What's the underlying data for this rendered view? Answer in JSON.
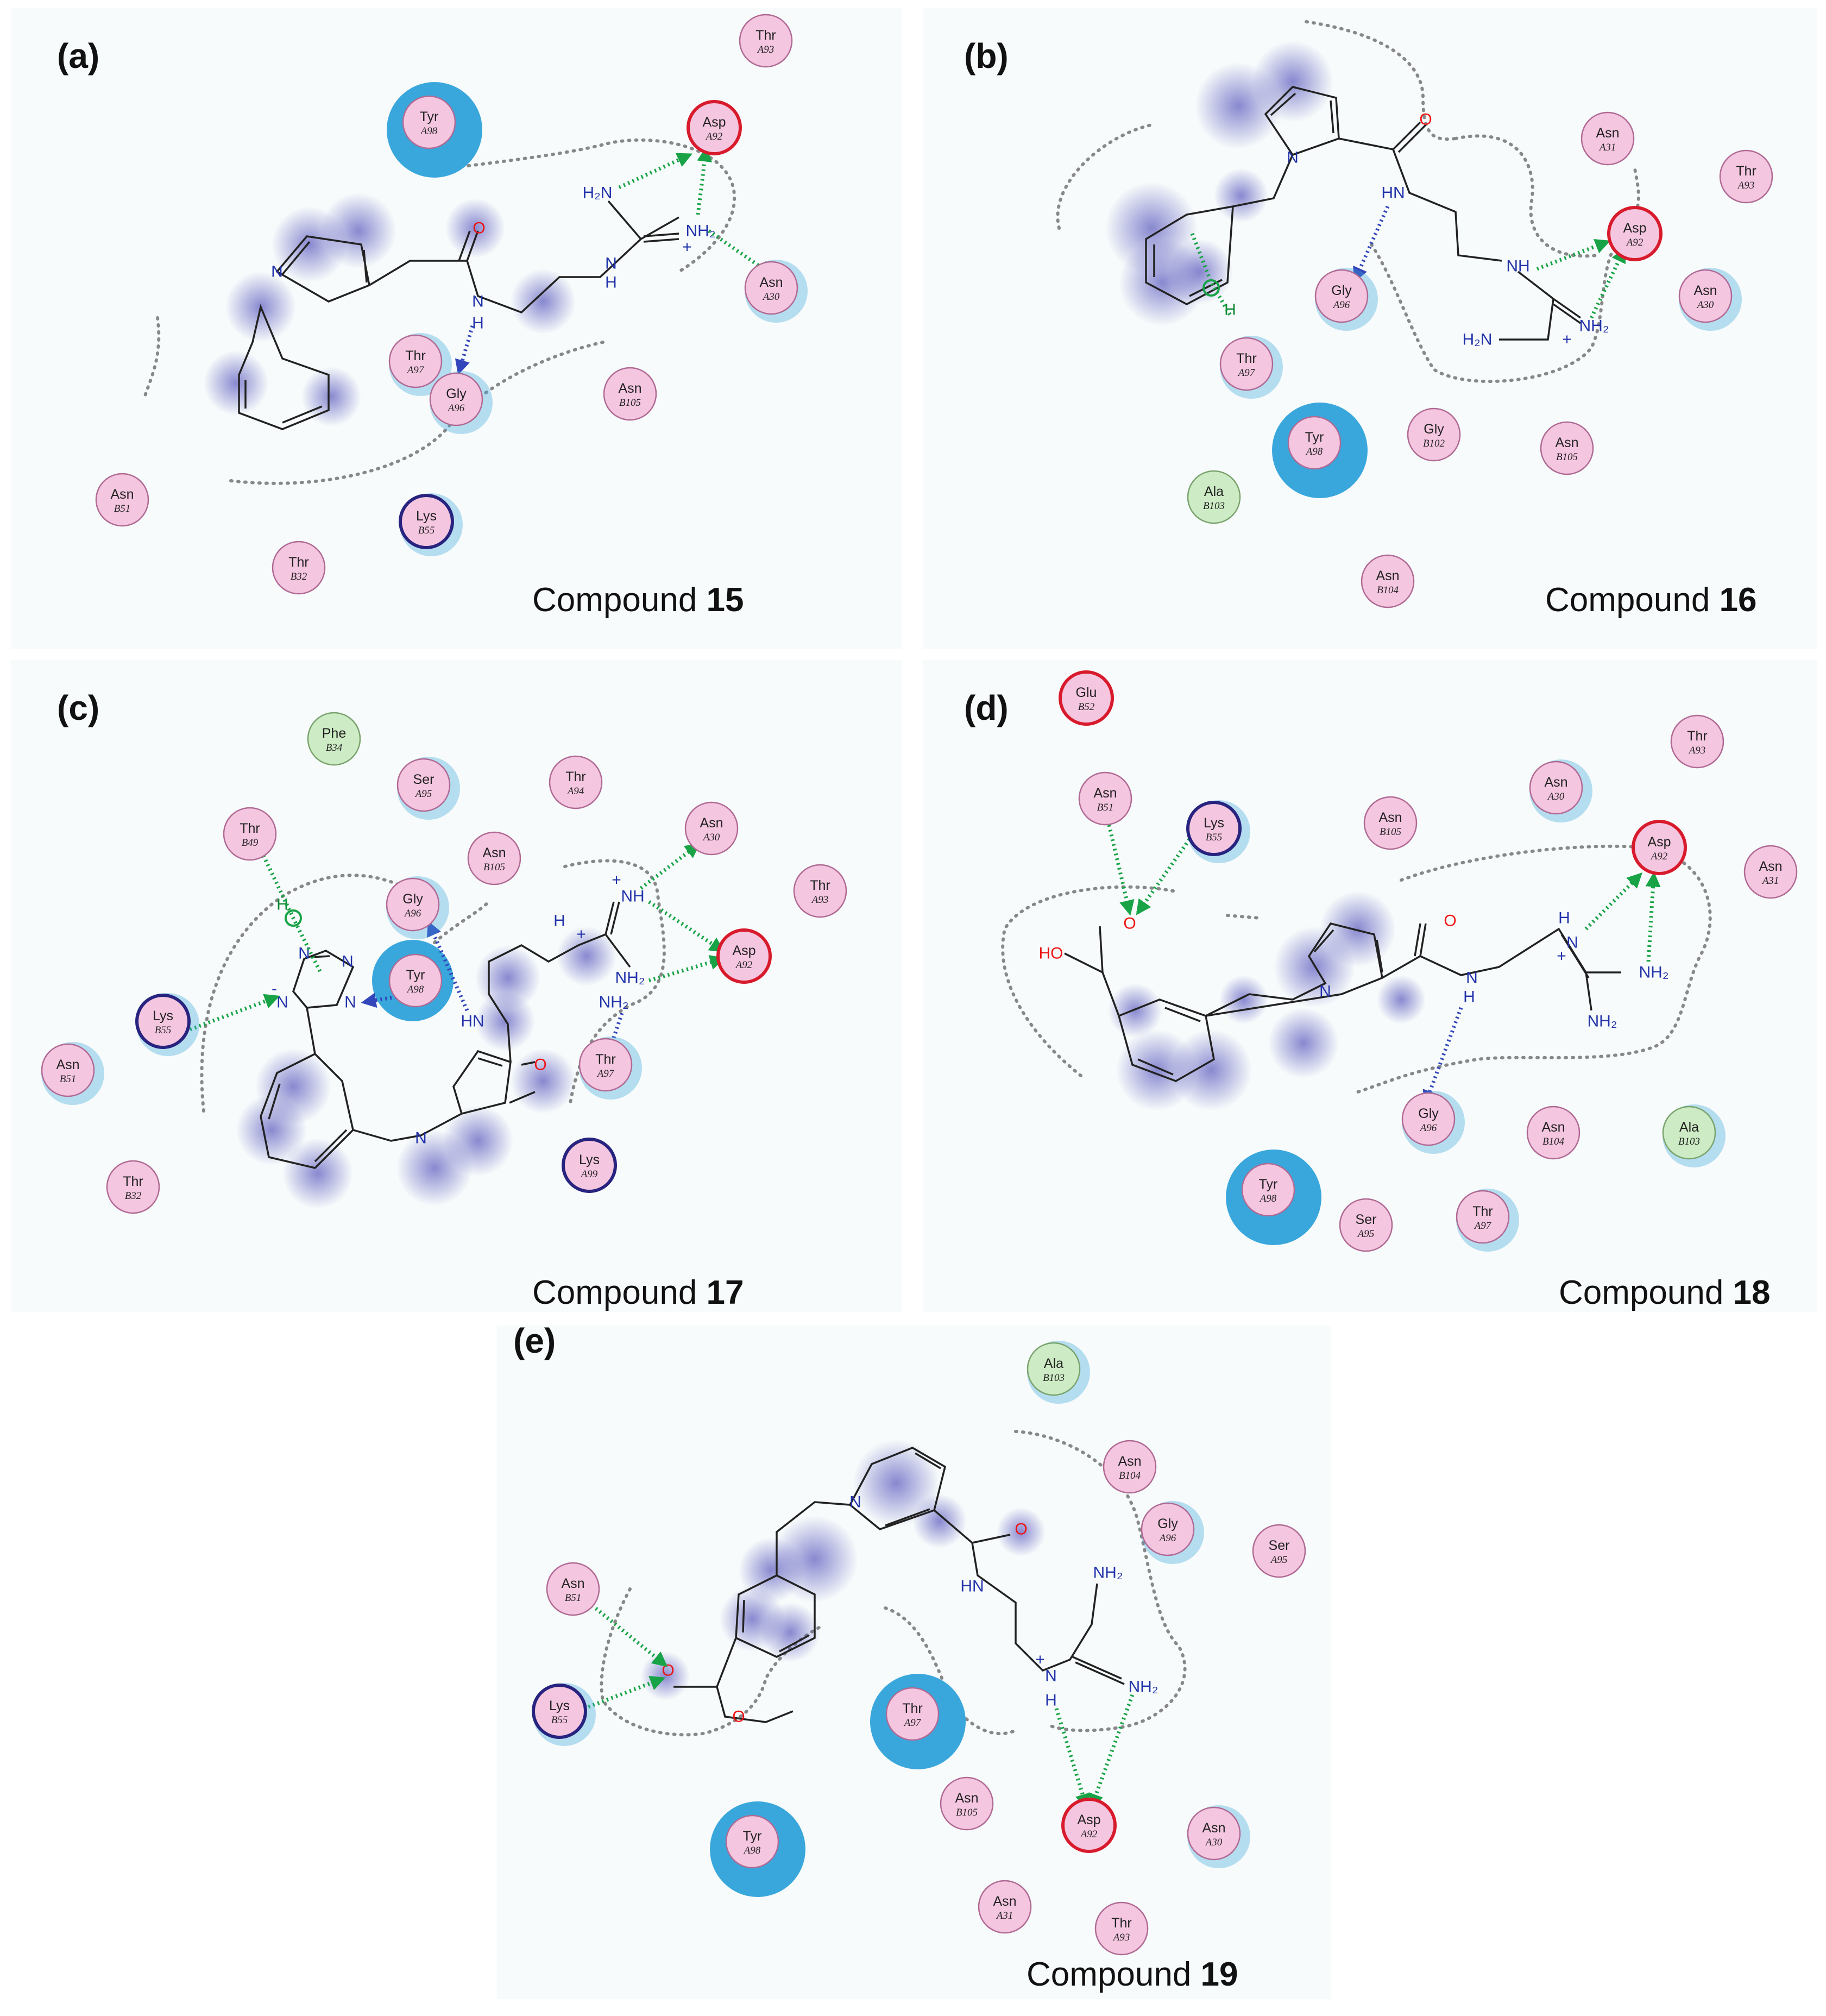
{
  "colors": {
    "polar": "#f4c6e0",
    "hydrophobic": "#cdebc4",
    "acidic_ring": "#d81b2c",
    "basic_ring": "#27237e",
    "plain_ring": "#b06a94",
    "exposure": "#3aa7dc",
    "ligand_exposure": "#5b59c2",
    "hbond_sidechain": "#17a346",
    "hbond_backbone": "#3346bb"
  },
  "panels": [
    {
      "label": "(a)",
      "caption_prefix": "Compound ",
      "caption_number": "15",
      "residues": [
        {
          "name": "Thr",
          "id": "A93"
        },
        {
          "name": "Tyr",
          "id": "A98"
        },
        {
          "name": "Asp",
          "id": "A92"
        },
        {
          "name": "Asn",
          "id": "A30"
        },
        {
          "name": "Thr",
          "id": "A97"
        },
        {
          "name": "Gly",
          "id": "A96"
        },
        {
          "name": "Asn",
          "id": "B105"
        },
        {
          "name": "Asn",
          "id": "B51"
        },
        {
          "name": "Lys",
          "id": "B55"
        },
        {
          "name": "Thr",
          "id": "B32"
        }
      ],
      "atoms": [
        "N",
        "O",
        "N",
        "H",
        "H₂N",
        "N",
        "H",
        "NH₂",
        "+"
      ]
    },
    {
      "label": "(b)",
      "caption_prefix": "Compound ",
      "caption_number": "16",
      "residues": [
        {
          "name": "Asn",
          "id": "A31"
        },
        {
          "name": "Thr",
          "id": "A93"
        },
        {
          "name": "Asp",
          "id": "A92"
        },
        {
          "name": "Asn",
          "id": "A30"
        },
        {
          "name": "Gly",
          "id": "A96"
        },
        {
          "name": "Thr",
          "id": "A97"
        },
        {
          "name": "Tyr",
          "id": "A98"
        },
        {
          "name": "Gly",
          "id": "B102"
        },
        {
          "name": "Asn",
          "id": "B105"
        },
        {
          "name": "Ala",
          "id": "B103"
        },
        {
          "name": "Asn",
          "id": "B104"
        }
      ],
      "atoms": [
        "N",
        "O",
        "HN",
        "NH",
        "NH₂",
        "H₂N",
        "+",
        "H"
      ]
    },
    {
      "label": "(c)",
      "caption_prefix": "Compound ",
      "caption_number": "17",
      "residues": [
        {
          "name": "Phe",
          "id": "B34"
        },
        {
          "name": "Ser",
          "id": "A95"
        },
        {
          "name": "Thr",
          "id": "A94"
        },
        {
          "name": "Thr",
          "id": "B49"
        },
        {
          "name": "Asn",
          "id": "A30"
        },
        {
          "name": "Gly",
          "id": "A96"
        },
        {
          "name": "Asn",
          "id": "B105"
        },
        {
          "name": "Thr",
          "id": "A93"
        },
        {
          "name": "Tyr",
          "id": "A98"
        },
        {
          "name": "Asp",
          "id": "A92"
        },
        {
          "name": "Lys",
          "id": "B55"
        },
        {
          "name": "Asn",
          "id": "B51"
        },
        {
          "name": "Thr",
          "id": "A97"
        },
        {
          "name": "Lys",
          "id": "A99"
        },
        {
          "name": "Thr",
          "id": "B32"
        }
      ],
      "atoms": [
        "N",
        "N",
        "N",
        "N",
        "H",
        "HN",
        "NH",
        "NH₂",
        "NH₂",
        "O",
        "N",
        "+",
        "+",
        "H",
        "-"
      ]
    },
    {
      "label": "(d)",
      "caption_prefix": "Compound ",
      "caption_number": "18",
      "residues": [
        {
          "name": "Glu",
          "id": "B52"
        },
        {
          "name": "Thr",
          "id": "A93"
        },
        {
          "name": "Asn",
          "id": "B51"
        },
        {
          "name": "Lys",
          "id": "B55"
        },
        {
          "name": "Asn",
          "id": "A30"
        },
        {
          "name": "Asn",
          "id": "B105"
        },
        {
          "name": "Asp",
          "id": "A92"
        },
        {
          "name": "Asn",
          "id": "A31"
        },
        {
          "name": "Gly",
          "id": "A96"
        },
        {
          "name": "Asn",
          "id": "B104"
        },
        {
          "name": "Ala",
          "id": "B103"
        },
        {
          "name": "Tyr",
          "id": "A98"
        },
        {
          "name": "Ser",
          "id": "A95"
        },
        {
          "name": "Thr",
          "id": "A97"
        }
      ],
      "atoms": [
        "HO",
        "O",
        "N",
        "O",
        "N",
        "H",
        "H",
        "N",
        "+",
        "NH₂",
        "NH₂"
      ]
    },
    {
      "label": "(e)",
      "caption_prefix": "Compound ",
      "caption_number": "19",
      "residues": [
        {
          "name": "Ala",
          "id": "B103"
        },
        {
          "name": "Asn",
          "id": "B104"
        },
        {
          "name": "Gly",
          "id": "A96"
        },
        {
          "name": "Ser",
          "id": "A95"
        },
        {
          "name": "Asn",
          "id": "B51"
        },
        {
          "name": "Lys",
          "id": "B55"
        },
        {
          "name": "Thr",
          "id": "A97"
        },
        {
          "name": "Asn",
          "id": "B105"
        },
        {
          "name": "Asp",
          "id": "A92"
        },
        {
          "name": "Asn",
          "id": "A30"
        },
        {
          "name": "Tyr",
          "id": "A98"
        },
        {
          "name": "Asn",
          "id": "A31"
        },
        {
          "name": "Thr",
          "id": "A93"
        }
      ],
      "atoms": [
        "N",
        "O",
        "HN",
        "NH₂",
        "NH₂",
        "N",
        "H",
        "+",
        "O",
        "O"
      ]
    }
  ]
}
